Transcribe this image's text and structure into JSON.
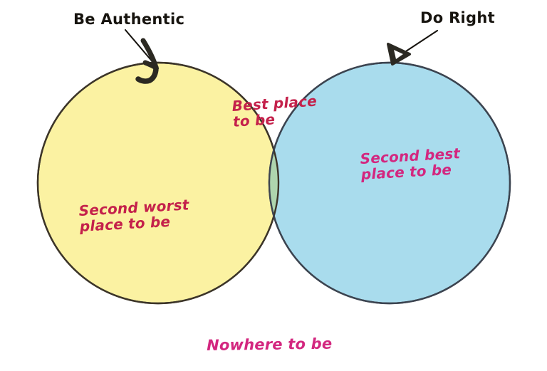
{
  "diagram": {
    "type": "venn-2-circle",
    "background_color": "#ffffff",
    "title_text": "",
    "callouts": [
      {
        "id": "be-authentic",
        "label": "Be Authentic",
        "points_to": "left-circle",
        "text_color": "#17140f",
        "arrow_style": "hand-drawn-hook"
      },
      {
        "id": "do-right",
        "label": "Do Right",
        "points_to": "right-circle",
        "text_color": "#17140f",
        "arrow_style": "hand-drawn-triangle"
      }
    ],
    "left_circle": {
      "name": "Be Authentic",
      "fill_color": "#fbf2a2",
      "stroke_color": "#3c3529",
      "region_label": "Second worst\nplace to be",
      "region_label_color": "#c4214b"
    },
    "right_circle": {
      "name": "Do Right",
      "fill_color": "#a9dced",
      "stroke_color": "#3c4450",
      "region_label": "Second best\nplace to be",
      "region_label_color": "#d3277f"
    },
    "intersection": {
      "fill_color": "#aed5ae",
      "region_label": "Best place\nto be",
      "region_label_color": "#c4214b"
    },
    "outside": {
      "region_label": "Nowhere to be",
      "region_label_color": "#d3277f"
    }
  },
  "chart_data": {
    "type": "venn",
    "title": "",
    "sets": [
      {
        "name": "Be Authentic",
        "label": "Second worst place to be",
        "color": "#fbf2a2"
      },
      {
        "name": "Do Right",
        "label": "Second best place to be",
        "color": "#a9dced"
      }
    ],
    "intersections": [
      {
        "sets": [
          "Be Authentic",
          "Do Right"
        ],
        "label": "Best place to be",
        "color": "#aed5ae"
      }
    ],
    "complement": {
      "label": "Nowhere to be"
    },
    "legend": "none",
    "grid": false
  }
}
